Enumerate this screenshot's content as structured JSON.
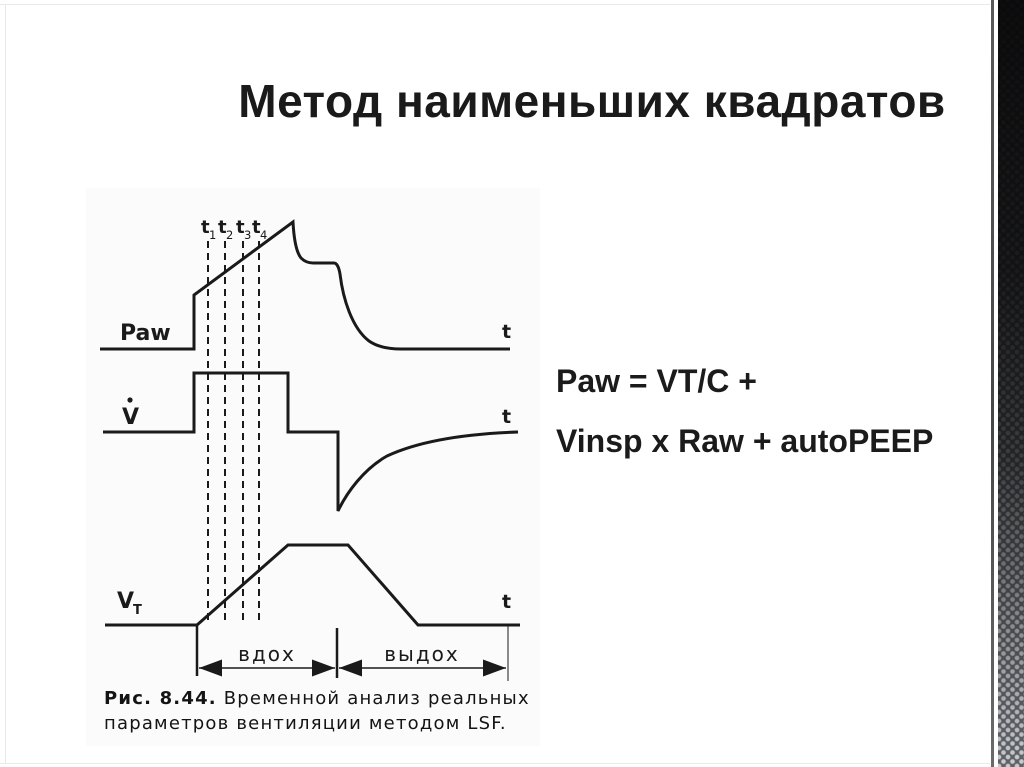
{
  "slide": {
    "title": "Метод наименьших квадратов",
    "equation": {
      "line1": "Paw = VT/C +",
      "line2": "Vinsp x Raw + autoPEEP"
    }
  },
  "figure": {
    "panel_labels": {
      "pressure": "Paw",
      "flow": "V",
      "volume": "V",
      "volume_sub": "T"
    },
    "time_axis_label": "t",
    "t_marks": [
      {
        "t": "t",
        "sub": "1"
      },
      {
        "t": "t",
        "sub": "2"
      },
      {
        "t": "t",
        "sub": "3"
      },
      {
        "t": "t",
        "sub": "4"
      }
    ],
    "phases": {
      "inhale": "вдох",
      "exhale": "выдох"
    },
    "caption": {
      "prefix": "Рис. 8.44.",
      "line1_rest": " Временной анализ реальных",
      "line2": "параметров вентиляции методом LSF."
    }
  }
}
